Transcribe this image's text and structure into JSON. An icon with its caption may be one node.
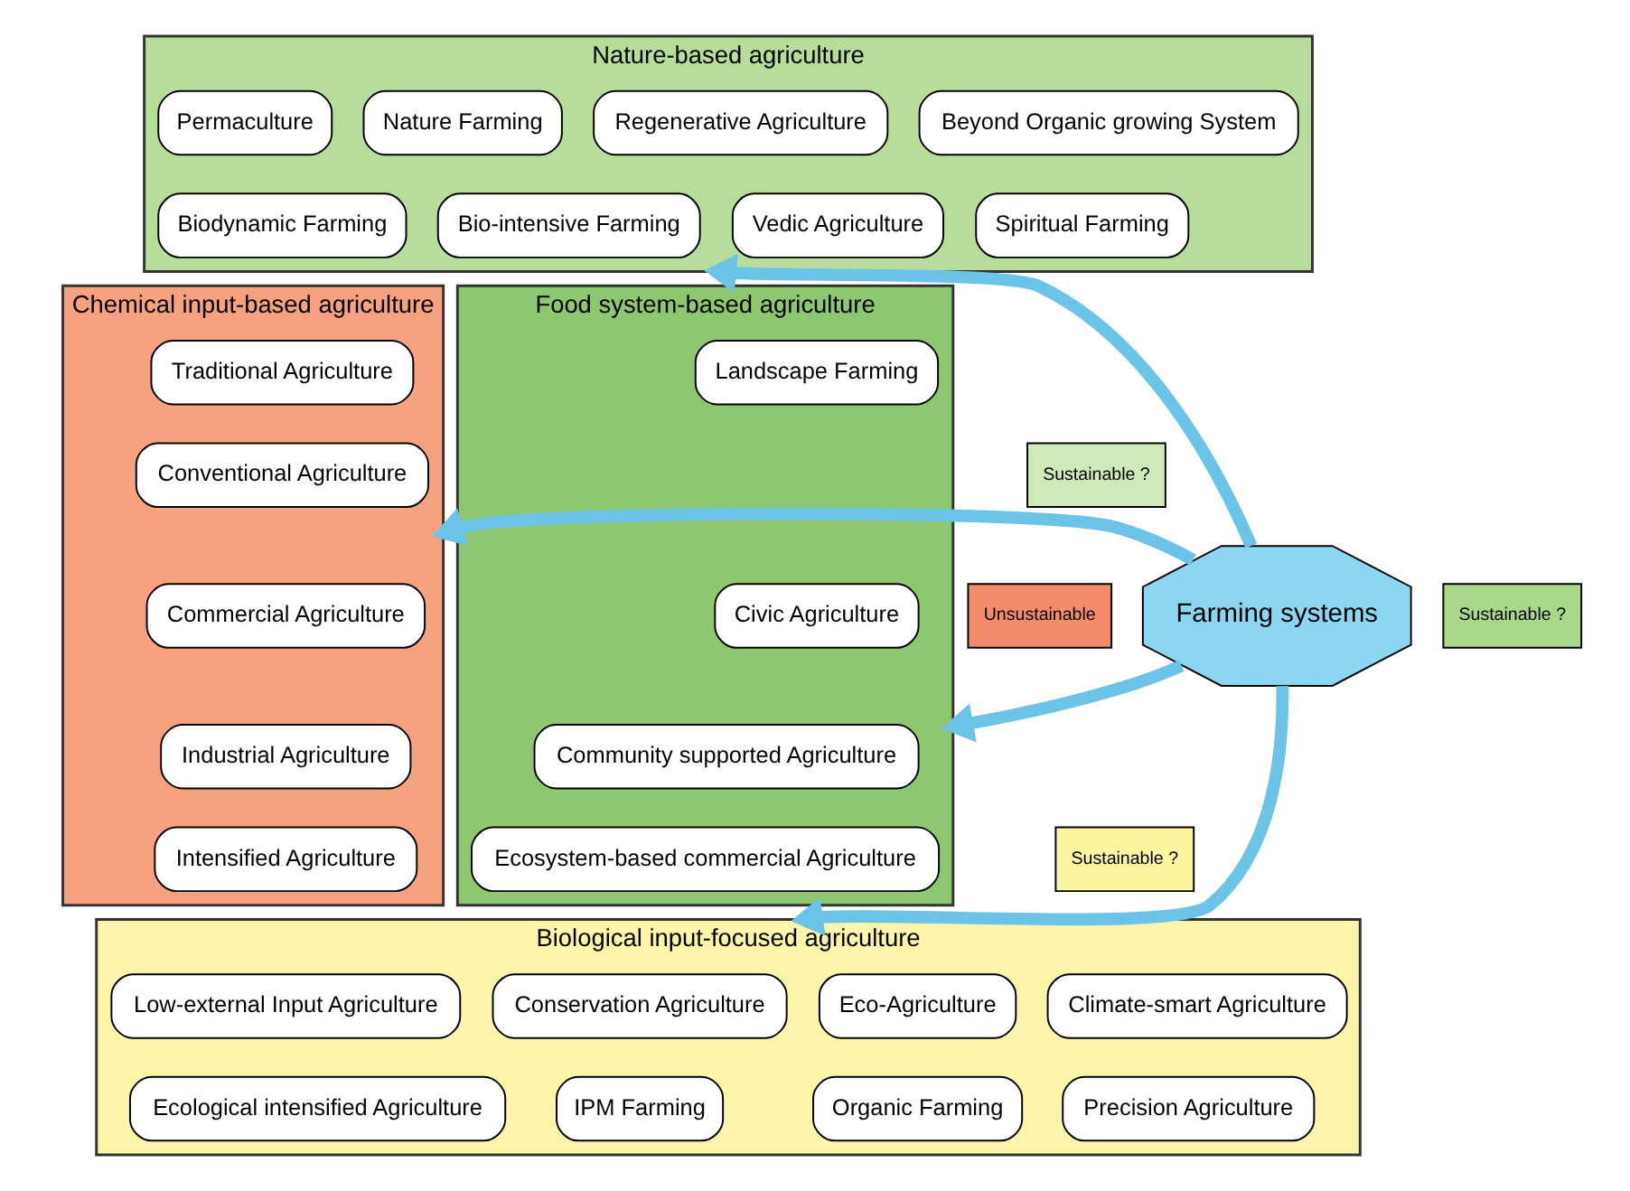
{
  "diagram": {
    "nodes": [
      {
        "text": [
          "Nature-based agriculture"
        ]
      },
      {
        "text": [
          "Permaculture"
        ],
        "in": 0
      },
      {
        "text": [
          "Nature Farming"
        ],
        "in": 0
      },
      {
        "text": [
          "Regenerative Agriculture"
        ],
        "in": 0
      },
      {
        "text": [
          "Beyond Organic growing System"
        ],
        "in": 0
      },
      {
        "text": [
          "Biodynamic Farming"
        ],
        "in": 0
      },
      {
        "text": [
          "Bio-intensive Farming"
        ],
        "in": 0
      },
      {
        "text": [
          "Vedic Agriculture"
        ],
        "in": 0
      },
      {
        "text": [
          "Spiritual Farming"
        ],
        "in": 0
      },
      {
        "text": [
          "Chemical input-based agriculture"
        ]
      },
      {
        "text": [
          "Traditional Agriculture"
        ],
        "in": 9
      },
      {
        "text": [
          "Conventional Agriculture"
        ],
        "in": 9
      },
      {
        "text": [
          "Commercial Agriculture"
        ],
        "in": 9
      },
      {
        "text": [
          "Industrial Agriculture"
        ],
        "in": 9
      },
      {
        "text": [
          "Intensified Agriculture"
        ],
        "in": 9
      },
      {
        "text": [
          "Sustainable ?"
        ]
      },
      {
        "text": [
          "Unsustainable"
        ]
      },
      {
        "text": [
          "Farming systems"
        ]
      },
      {
        "text": [
          "Sustainable ?"
        ]
      },
      {
        "text": [
          "Sustainable ?"
        ]
      },
      {
        "text": [
          "Food system-based agriculture"
        ]
      },
      {
        "text": [
          "Landscape Farming"
        ],
        "in": 20
      },
      {
        "text": [
          "Civic Agriculture"
        ],
        "in": 20
      },
      {
        "text": [
          "Community supported Agriculture"
        ],
        "in": 20
      },
      {
        "text": [
          "Ecosystem-based commercial Agriculture"
        ],
        "in": 20
      },
      {
        "text": [
          "Biological input-focused agriculture"
        ]
      },
      {
        "text": [
          "Low-external Input Agriculture"
        ],
        "in": 25
      },
      {
        "text": [
          "Conservation Agriculture"
        ],
        "in": 25
      },
      {
        "text": [
          "Eco-Agriculture"
        ],
        "in": 25
      },
      {
        "text": [
          "Climate-smart Agriculture"
        ],
        "in": 25
      },
      {
        "text": [
          "Ecological intensified Agriculture"
        ],
        "in": 25
      },
      {
        "text": [
          "IPM Farming"
        ],
        "in": 25
      },
      {
        "text": [
          "Organic Farming"
        ],
        "in": 25
      },
      {
        "text": [
          "Precision Agriculture"
        ],
        "in": 25
      }
    ],
    "edges": [
      {
        "from": 17,
        "to": 0,
        "arrow": "to"
      },
      {
        "from": 17,
        "to": 9,
        "arrow": "to"
      },
      {
        "from": 17,
        "to": 20,
        "arrow": "to"
      },
      {
        "from": 17,
        "to": 25,
        "arrow": "to"
      }
    ]
  }
}
